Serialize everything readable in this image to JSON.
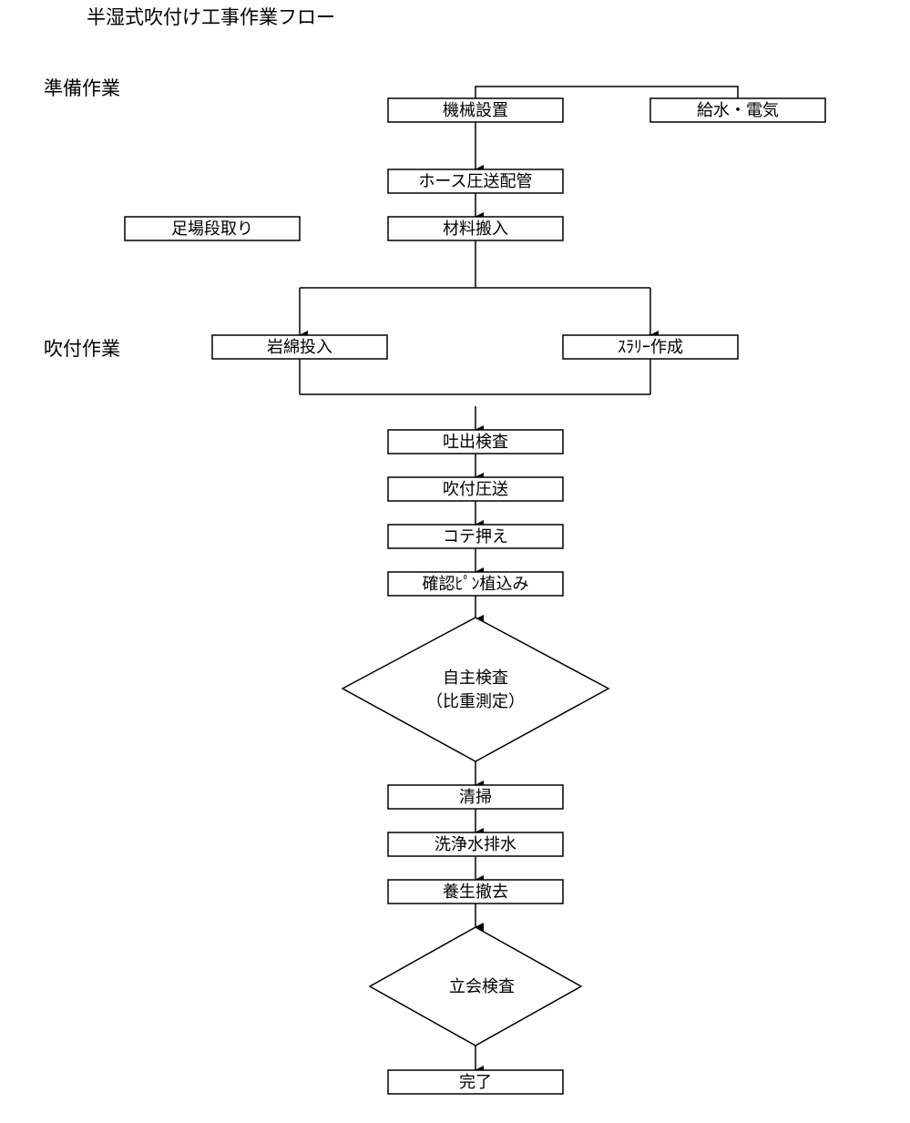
{
  "title": "半湿式吹付け工事作業フロー",
  "sections": {
    "prep": "準備作業",
    "spray": "吹付作業"
  },
  "nodes": {
    "machine_setup": "機械設置",
    "water_power": "給水・電気",
    "hose_piping": "ホース圧送配管",
    "scaffold": "足場段取り",
    "material_in": "材料搬入",
    "rockwool_in": "岩綿投入",
    "slurry": "ｽﾗﾘｰ作成",
    "discharge_check": "吐出検査",
    "spray_pump": "吹付圧送",
    "trowel": "コテ押え",
    "pin_insert": "確認ﾋﾟﾝ植込み",
    "self_check_line1": "自主検査",
    "self_check_line2": "（比重測定）",
    "cleaning": "清掃",
    "wash_drain": "洗浄水排水",
    "cure_remove": "養生撤去",
    "witness_check": "立会検査",
    "done": "完了"
  }
}
